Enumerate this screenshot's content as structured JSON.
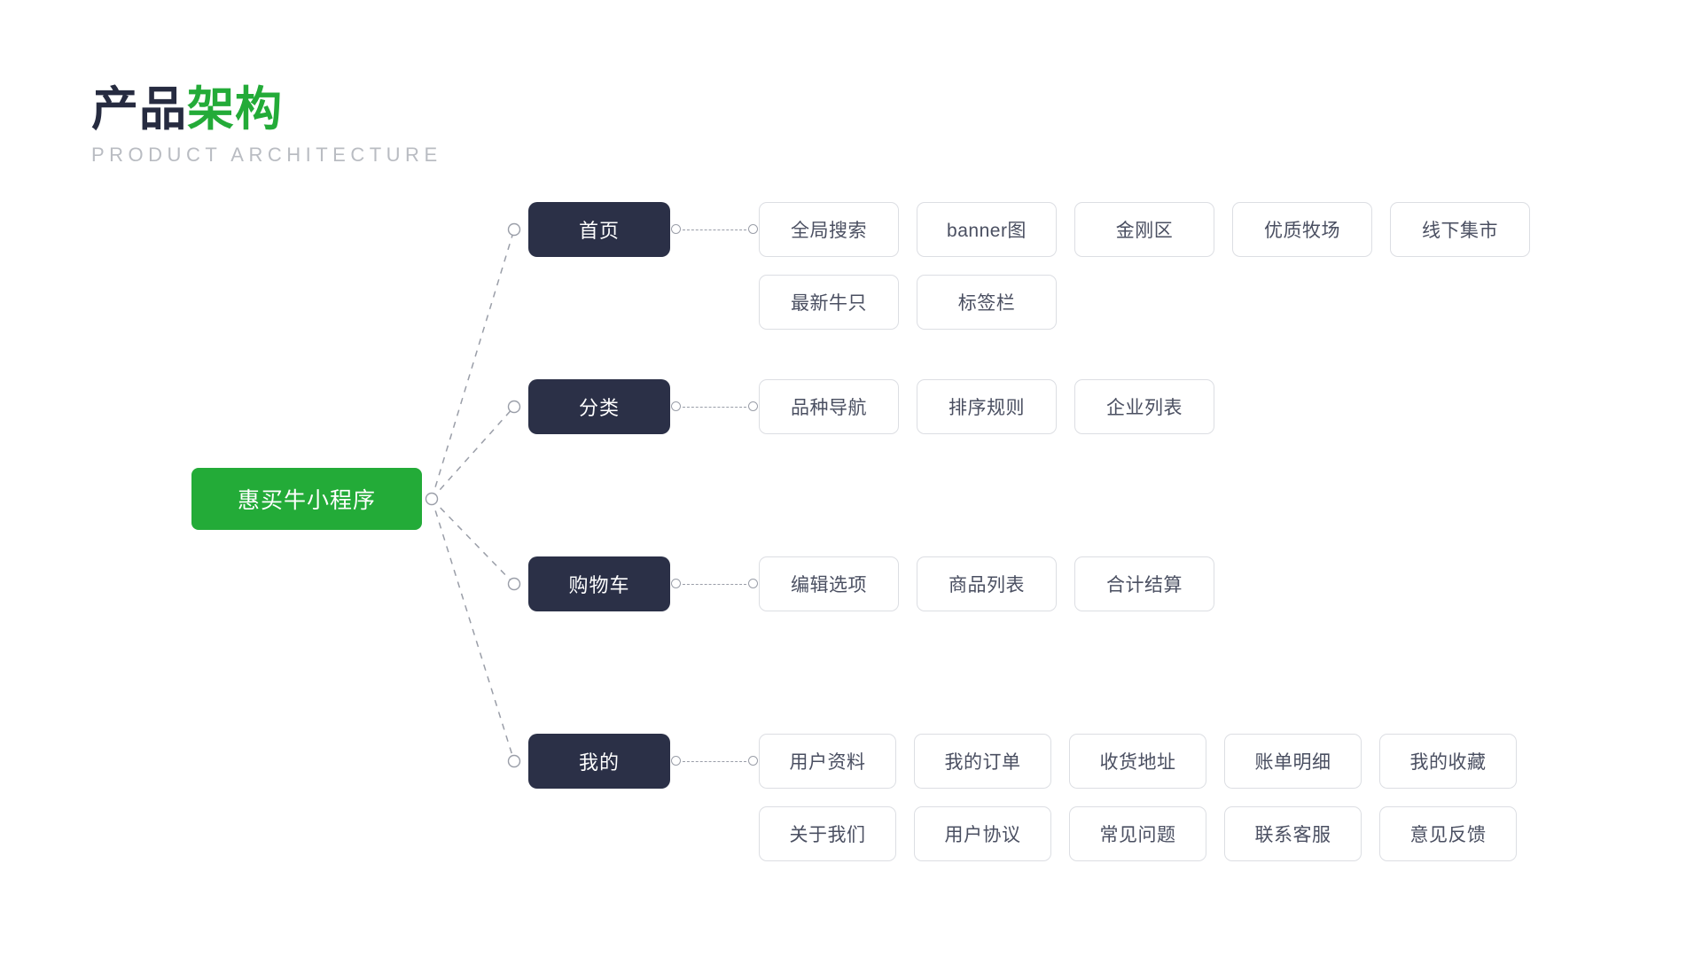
{
  "header": {
    "title_dark": "产品",
    "title_green": "架构",
    "subtitle": "PRODUCT ARCHITECTURE",
    "accent_color": "#23ab38",
    "dark_color": "#262b40",
    "subtitle_color": "#b9bcc2"
  },
  "diagram": {
    "type": "mindmap",
    "root": {
      "label": "惠买牛小程序",
      "background": "#23ab38",
      "text_color": "#ffffff"
    },
    "node_style": {
      "category_background": "#2b3047",
      "category_text_color": "#ffffff",
      "leaf_background": "#ffffff",
      "leaf_border_color": "#dcdee3",
      "leaf_text_color": "#4a4f61",
      "connector_color": "#9a9ea8",
      "connector_style": "dashed"
    },
    "branches": [
      {
        "label": "首页",
        "children": [
          "全局搜索",
          "banner图",
          "金刚区",
          "优质牧场",
          "线下集市",
          "最新牛只",
          "标签栏"
        ]
      },
      {
        "label": "分类",
        "children": [
          "品种导航",
          "排序规则",
          "企业列表"
        ]
      },
      {
        "label": "购物车",
        "children": [
          "编辑选项",
          "商品列表",
          "合计结算"
        ]
      },
      {
        "label": "我的",
        "children": [
          "用户资料",
          "我的订单",
          "收货地址",
          "账单明细",
          "我的收藏",
          "关于我们",
          "用户协议",
          "常见问题",
          "联系客服",
          "意见反馈"
        ]
      }
    ]
  }
}
